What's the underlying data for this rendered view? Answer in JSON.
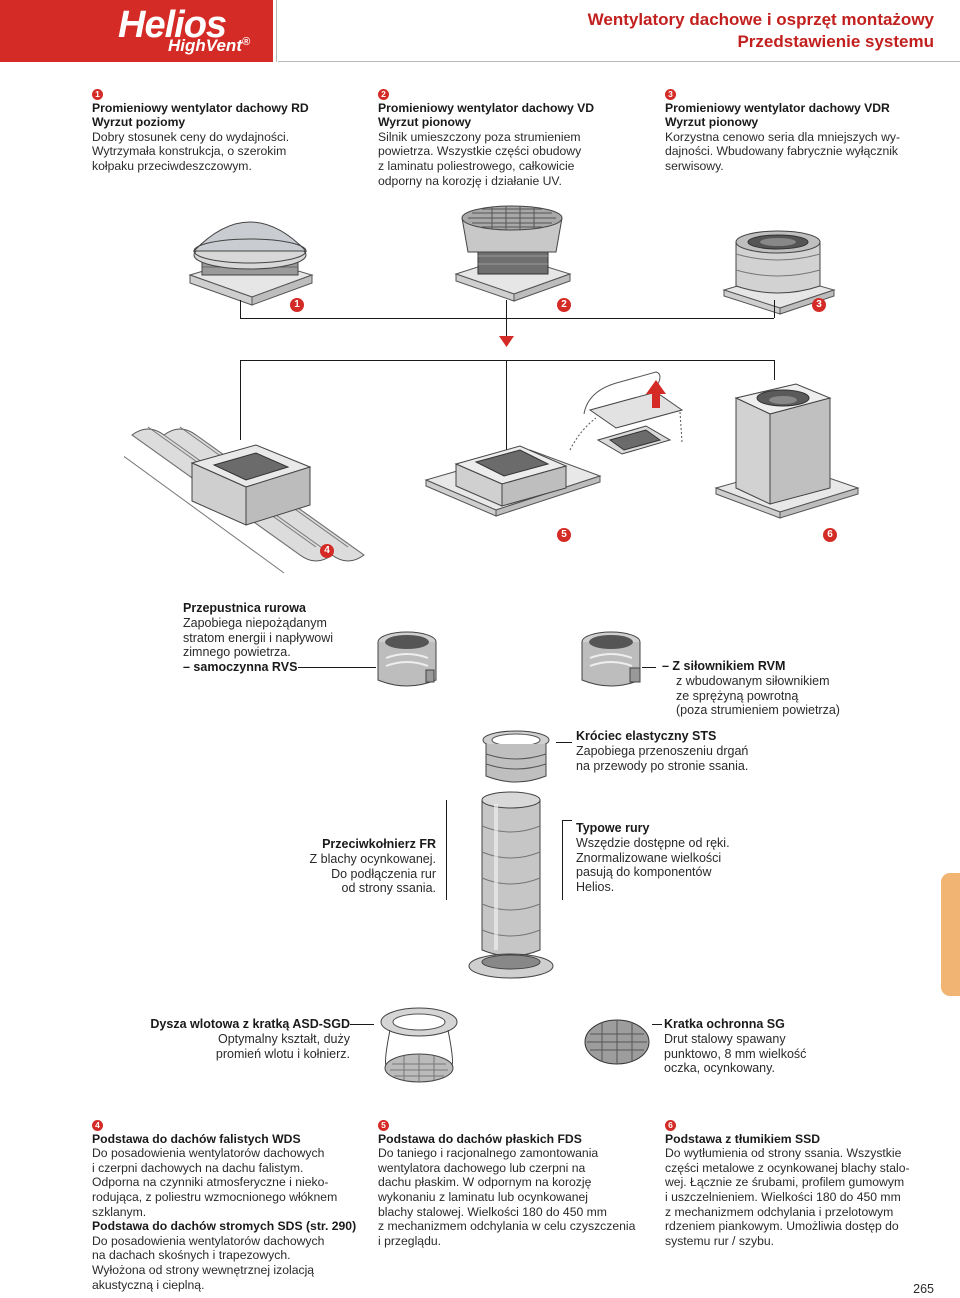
{
  "header": {
    "brand": "Helios",
    "brand_sub": "HighVent",
    "brand_mark": "®",
    "title_line1": "Wentylatory dachowe i osprzęt montażowy",
    "title_line2": "Przedstawienie systemu"
  },
  "top_columns": [
    {
      "num": "1",
      "title1": "Promieniowy wentylator dachowy RD",
      "title2": "Wyrzut poziomy",
      "lines": [
        "Dobry stosunek ceny do wydajności.",
        "Wytrzymała konstrukcja, o szerokim",
        "kołpaku przeciwdeszczowym."
      ]
    },
    {
      "num": "2",
      "title1": "Promieniowy wentylator dachowy VD",
      "title2": "Wyrzut pionowy",
      "lines": [
        "Silnik umieszczony poza strumieniem",
        "powietrza. Wszystkie części obudowy",
        "z laminatu poliestrowego, całkowicie",
        "odporny na korozję i działanie UV."
      ]
    },
    {
      "num": "3",
      "title1": "Promieniowy wentylator dachowy VDR",
      "title2": "Wyrzut pionowy",
      "lines": [
        "Korzystna cenowo seria dla mniejszych wy-",
        "dajności. Wbudowany fabrycznie wyłącznik",
        "serwisowy."
      ]
    }
  ],
  "figure_markers": [
    "1",
    "2",
    "3",
    "4",
    "5",
    "6"
  ],
  "accessories": {
    "rvs": {
      "title": "Przepustnica rurowa",
      "lines": [
        "Zapobiega niepożądanym",
        "stratom energii i napływowi",
        "zimnego powietrza."
      ],
      "sub": "– samoczynna RVS"
    },
    "rvm": {
      "title": "– Z siłownikiem RVM",
      "lines": [
        "z wbudowanym siłownikiem",
        "ze sprężyną powrotną",
        "(poza strumieniem powietrza)"
      ]
    },
    "sts": {
      "title": "Króciec elastyczny STS",
      "lines": [
        "Zapobiega przenoszeniu drgań",
        "na przewody po stronie ssania."
      ]
    },
    "fr": {
      "title": "Przeciwkołnierz FR",
      "lines": [
        "Z blachy ocynkowanej.",
        "Do podłączenia rur",
        "od strony ssania."
      ]
    },
    "rury": {
      "title": "Typowe rury",
      "lines": [
        "Wszędzie dostępne od ręki.",
        "Znormalizowane wielkości",
        "pasują do komponentów",
        "Helios."
      ]
    },
    "asd": {
      "title": "Dysza wlotowa z kratką ASD-SGD",
      "lines": [
        "Optymalny kształt, duży",
        "promień wlotu i kołnierz."
      ]
    },
    "sg": {
      "title": "Kratka ochronna SG",
      "lines": [
        "Drut stalowy spawany",
        "punktowo, 8 mm wielkość",
        "oczka, ocynkowany."
      ]
    }
  },
  "bottom_columns": [
    {
      "num": "4",
      "title": "Podstawa do dachów falistych WDS",
      "lines": [
        "Do posadowienia wentylatorów dachowych",
        "i czerpni dachowych na dachu falistym.",
        "Odporna na czynniki atmosferyczne i nieko-",
        "rodująca, z poliestru wzmocnionego włóknem",
        "szklanym."
      ],
      "title2": "Podstawa do dachów stromych SDS (str. 290)",
      "lines2": [
        "Do posadowienia wentylatorów dachowych",
        "na dachach skośnych i trapezowych.",
        "Wyłożona od strony wewnętrznej izolacją",
        "akustyczną i cieplną."
      ]
    },
    {
      "num": "5",
      "title": "Podstawa do dachów płaskich FDS",
      "lines": [
        "Do taniego i racjonalnego zamontowania",
        "wentylatora dachowego lub czerpni na",
        "dachu płaskim. W odpornym na korozję",
        "wykonaniu z laminatu lub ocynkowanej",
        "blachy stalowej. Wielkości 180 do 450 mm",
        "z mechanizmem odchylania w celu czyszczenia",
        "i przeglądu."
      ]
    },
    {
      "num": "6",
      "title": "Podstawa z tłumikiem SSD",
      "lines": [
        "Do wytłumienia od strony ssania. Wszystkie",
        "części metalowe z ocynkowanej blachy stalo-",
        "wej. Łącznie ze śrubami, profilem gumowym",
        "i uszczelnieniem. Wielkości 180 do 450 mm",
        "z mechanizmem odchylania i przelotowym",
        "rdzeniem piankowym. Umożliwia dostęp do",
        "systemu rur / szybu."
      ]
    }
  ],
  "page_number": "265",
  "colors": {
    "brand_red": "#d42b26",
    "title_red": "#c2201e",
    "tab_orange": "#f2b472"
  }
}
